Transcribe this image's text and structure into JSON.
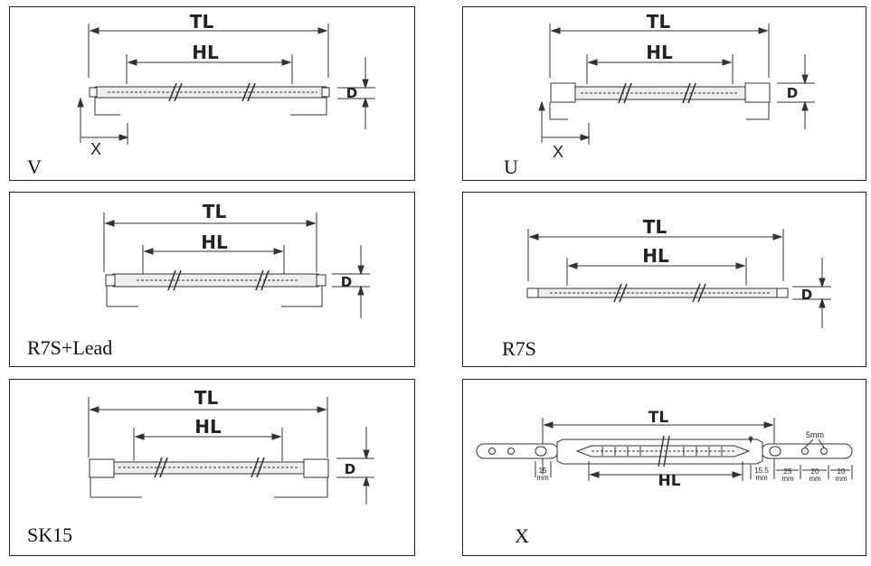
{
  "labels": {
    "total_length": "TL",
    "heated_length": "HL",
    "diameter": "D",
    "offset": "X"
  },
  "panels": [
    {
      "id": "v",
      "caption": "V"
    },
    {
      "id": "u",
      "caption": "U"
    },
    {
      "id": "r7s_lead",
      "caption": "R7S+Lead"
    },
    {
      "id": "r7s",
      "caption": "R7S"
    },
    {
      "id": "sk15",
      "caption": "SK15"
    },
    {
      "id": "x",
      "caption": "X"
    }
  ],
  "x_dimensions": {
    "slot_length": "15",
    "slot_unit": "mm",
    "lead_height": "15.5",
    "lead_height_unit": "mm",
    "hole_spacing_1": "25",
    "hole_spacing_2": "20",
    "end_distance": "10",
    "spacing_unit": "mm",
    "hole_diameter": "5mm"
  }
}
